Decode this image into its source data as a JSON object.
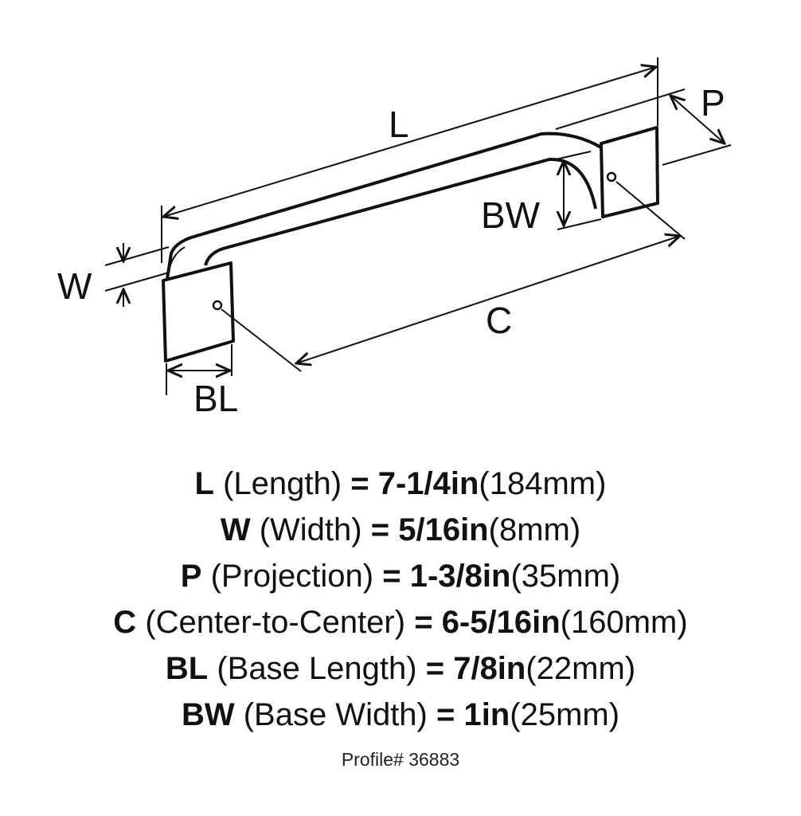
{
  "diagram": {
    "labels": {
      "L": "L",
      "P": "P",
      "BW": "BW",
      "W": "W",
      "C": "C",
      "BL": "BL"
    }
  },
  "specs": [
    {
      "key": "L",
      "desc": "(Length)",
      "eq": "=",
      "inch": "7-1/4in",
      "mm": "(184mm)"
    },
    {
      "key": "W",
      "desc": "(Width)",
      "eq": "=",
      "inch": "5/16in",
      "mm": "(8mm)"
    },
    {
      "key": "P",
      "desc": "(Projection)",
      "eq": "=",
      "inch": "1-3/8in",
      "mm": "(35mm)"
    },
    {
      "key": "C",
      "desc": "(Center-to-Center)",
      "eq": "=",
      "inch": "6-5/16in",
      "mm": "(160mm)"
    },
    {
      "key": "BL",
      "desc": "(Base Length)",
      "eq": "=",
      "inch": "7/8in",
      "mm": "(22mm)"
    },
    {
      "key": "BW",
      "desc": "(Base Width)",
      "eq": "=",
      "inch": "1in",
      "mm": "(25mm)"
    }
  ],
  "profile": "Profile# 36883"
}
